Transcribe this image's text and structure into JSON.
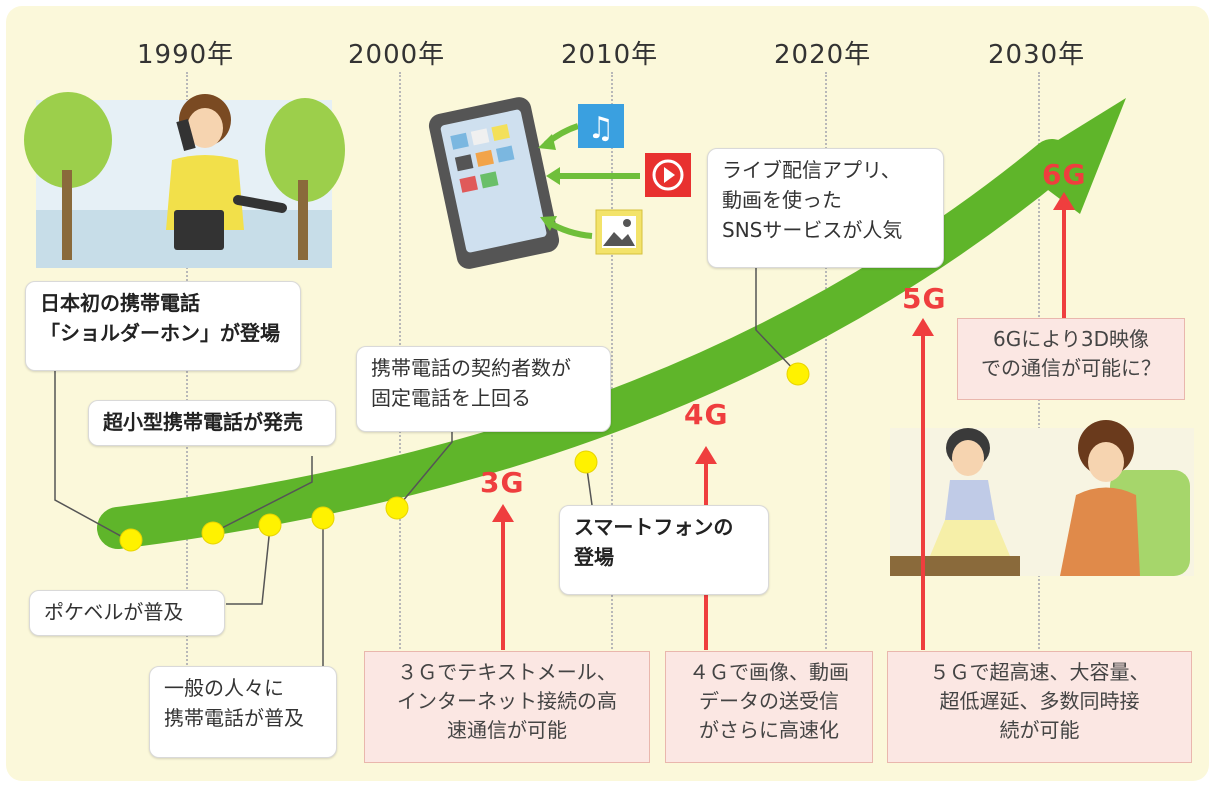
{
  "years": [
    "1990年",
    "2000年",
    "2010年",
    "2020年",
    "2030年"
  ],
  "generations": [
    "3G",
    "4G",
    "5G",
    "6G"
  ],
  "events": {
    "shoulder_phone": "日本初の携帯電話\n「ショルダーホン」が登場",
    "small_phone": "超小型携帯電話が発売",
    "pager": "ポケベルが普及",
    "public_spread": "一般の人々に\n携帯電話が普及",
    "subscribers": "携帯電話の契約者数が\n固定電話を上回る",
    "smartphone": "スマートフォンの\n登場",
    "live_sns": "ライブ配信アプリ、\n動画を使った\nSNSサービスが人気"
  },
  "generation_notes": {
    "g3": "３Ｇでテキストメール、\nインターネット接続の高\n速通信が可能",
    "g4": "４Ｇで画像、動画\nデータの送受信\nがさらに高速化",
    "g5": "５Ｇで超高速、大容量、\n超低遅延、多数同時接\n続が可能",
    "g6": "6Gにより3D映像\nでの通信が可能に？"
  },
  "colors": {
    "arrow_green": "#5fb52a",
    "generation_red": "#ef3e3e",
    "milestone_yellow": "#fff200",
    "note_pink": "#fbe7e3"
  },
  "icons": [
    "music-icon",
    "play-icon",
    "image-icon"
  ]
}
